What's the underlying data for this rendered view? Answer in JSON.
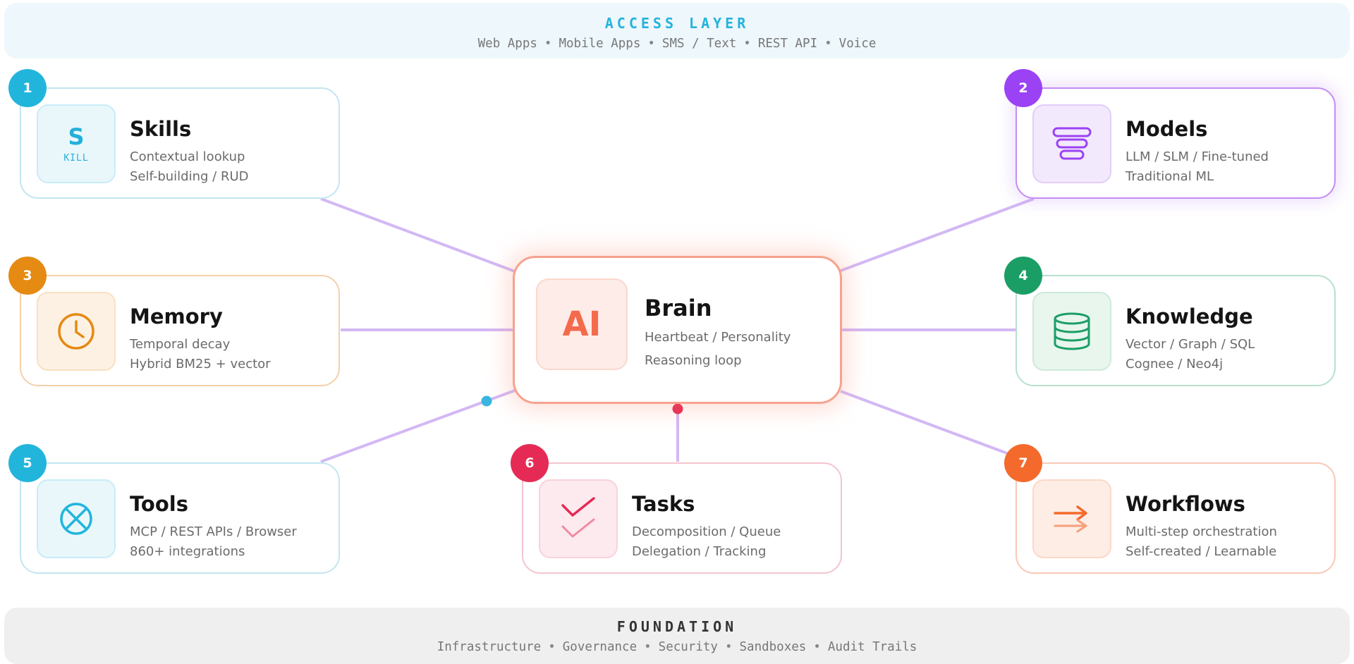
{
  "access_layer": {
    "title": "ACCESS LAYER",
    "items": [
      "Web Apps",
      "Mobile Apps",
      "SMS / Text",
      "REST API",
      "Voice"
    ]
  },
  "foundation": {
    "title": "FOUNDATION",
    "items": [
      "Infrastructure",
      "Governance",
      "Security",
      "Sandboxes",
      "Audit Trails"
    ]
  },
  "brain": {
    "icon_text": "AI",
    "title": "Brain",
    "line1": "Heartbeat / Personality",
    "line2": "Reasoning loop"
  },
  "modules": [
    {
      "number": "1",
      "title": "Skills",
      "line1": "Contextual lookup",
      "line2": "Self-building / RUD",
      "icon": "skill-icon",
      "icon_letter": "S",
      "icon_caption": "KILL",
      "color": "#22b5dc"
    },
    {
      "number": "2",
      "title": "Models",
      "line1": "LLM / SLM / Fine-tuned",
      "line2": "Traditional ML",
      "icon": "layers-icon",
      "color": "#9b42f5"
    },
    {
      "number": "3",
      "title": "Memory",
      "line1": "Temporal decay",
      "line2": "Hybrid BM25 + vector",
      "icon": "clock-icon",
      "color": "#e58a13"
    },
    {
      "number": "4",
      "title": "Knowledge",
      "line1": "Vector / Graph / SQL",
      "line2": "Cognee / Neo4j",
      "icon": "database-icon",
      "color": "#1b9e66"
    },
    {
      "number": "5",
      "title": "Tools",
      "line1": "MCP / REST APIs / Browser",
      "line2": "860+ integrations",
      "icon": "tools-icon",
      "color": "#22b5dc"
    },
    {
      "number": "6",
      "title": "Tasks",
      "line1": "Decomposition / Queue",
      "line2": "Delegation / Tracking",
      "icon": "checkmarks-icon",
      "color": "#e52b55"
    },
    {
      "number": "7",
      "title": "Workflows",
      "line1": "Multi-step orchestration",
      "line2": "Self-created / Learnable",
      "icon": "arrows-icon",
      "color": "#f46a2c"
    }
  ],
  "colors": {
    "connector": "#d3b8f4",
    "brain_border": "#f6a28e",
    "tools_dot": "#3ab5e0",
    "tasks_dot": "#e52b55"
  }
}
